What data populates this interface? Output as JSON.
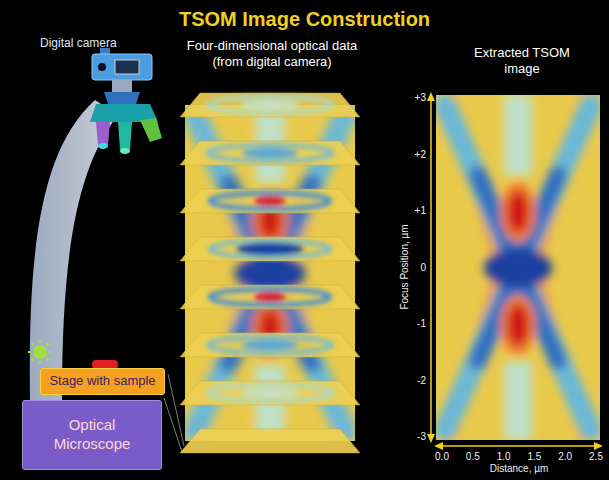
{
  "diagram": {
    "title": "TSOM Image Construction",
    "nodes": [
      {
        "text": [
          "Stage with sample"
        ]
      },
      {
        "text": [
          "Optical Microscope"
        ]
      }
    ],
    "labels": [
      "Digital camera",
      "Four-dimensional optical data (from digital camera)",
      "Extracted TSOM image",
      "+3",
      "+2",
      "+1",
      "0",
      "-1",
      "-2",
      "-3",
      "Focus Position, µm",
      "0.0",
      "0.5",
      "1.0",
      "1.5",
      "2.0",
      "2.5",
      "Distance, µm"
    ]
  }
}
